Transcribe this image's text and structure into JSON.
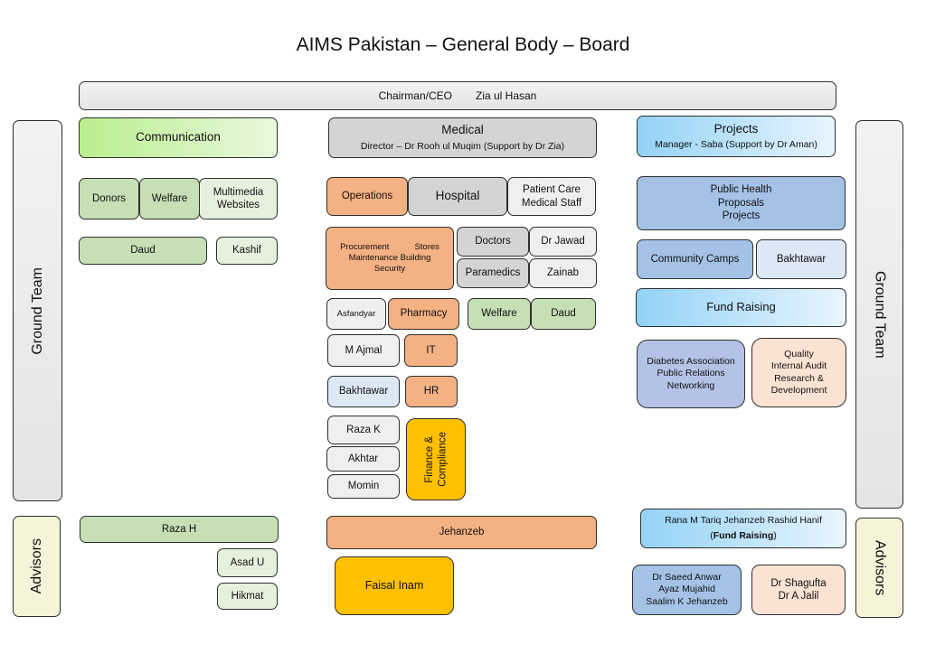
{
  "title": "AIMS Pakistan – General Body – Board",
  "chairman": {
    "role": "Chairman/CEO",
    "name": "Zia ul Hasan"
  },
  "side": {
    "ground_team_left": "Ground Team",
    "ground_team_right": "Ground Team",
    "advisors_left": "Advisors",
    "advisors_right": "Advisors"
  },
  "communication": {
    "header": "Communication",
    "donors": "Donors",
    "welfare": "Welfare",
    "multimedia": "Multimedia",
    "websites": "Websites",
    "daud": "Daud",
    "kashif": "Kashif",
    "advisor_raza": "Raza H",
    "advisor_asad": "Asad U",
    "advisor_hikmat": "Hikmat"
  },
  "medical": {
    "header": "Medical",
    "director": "Director – Dr Rooh ul Muqim (Support by Dr Zia)",
    "operations": "Operations",
    "hospital": "Hospital",
    "patient_care": "Patient Care",
    "medical_staff": "Medical Staff",
    "procurement": "Procurement",
    "stores": "Stores",
    "maintenance": "Maintenance Building",
    "security": "Security",
    "doctors": "Doctors",
    "dr_jawad": "Dr Jawad",
    "paramedics": "Paramedics",
    "zainab": "Zainab",
    "asfandyar": "Asfandyar",
    "pharmacy": "Pharmacy",
    "welfare": "Welfare",
    "daud": "Daud",
    "m_ajmal": "M Ajmal",
    "it": "IT",
    "bakhtawar": "Bakhtawar",
    "hr": "HR",
    "raza_k": "Raza K",
    "akhtar": "Akhtar",
    "momin": "Momin",
    "finance_1": "Finance &",
    "finance_2": "Compliance",
    "advisor_jehanzeb": "Jehanzeb",
    "advisor_faisal": "Faisal Inam"
  },
  "projects": {
    "header": "Projects",
    "manager": "Manager - Saba (Support by Dr Aman)",
    "public_health": "Public Health",
    "proposals": "Proposals",
    "projects": "Projects",
    "community_camps": "Community Camps",
    "bakhtawar": "Bakhtawar",
    "fund_raising": "Fund Raising",
    "diabetes": "Diabetes Association",
    "public_relations": "Public Relations",
    "networking": "Networking",
    "quality": "Quality",
    "internal_audit": "Internal Audit",
    "research": "Research &",
    "development": "Development",
    "advisor_fr_names": "Rana M Tariq  Jehanzeb  Rashid Hanif",
    "advisor_fr_open": "(",
    "advisor_fr_label": "Fund Raising",
    "advisor_fr_close": ")",
    "adv_saeed": "Dr Saeed Anwar",
    "adv_ayaz": "Ayaz Mujahid",
    "adv_saalim": "Saalim K  Jehanzeb",
    "adv_shagufta": "Dr Shagufta",
    "adv_jalil": "Dr A Jalil"
  }
}
